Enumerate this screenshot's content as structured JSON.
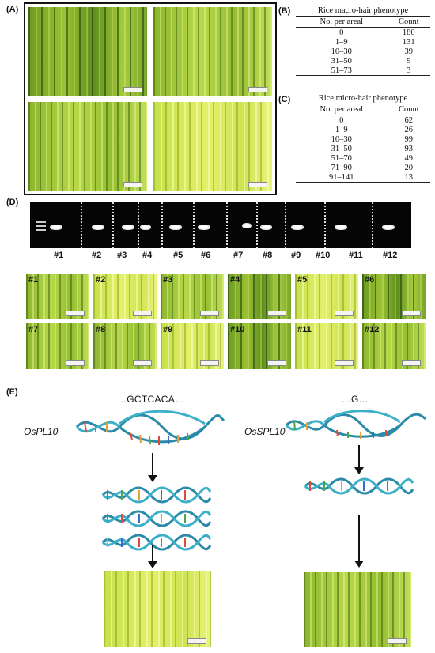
{
  "panels": {
    "A": "(A)",
    "B": "(B)",
    "C": "(C)",
    "D": "(D)",
    "E": "(E)"
  },
  "tableB": {
    "title": "Rice  macro-hair phenotype",
    "headers": [
      "No. per areal",
      "Count"
    ],
    "rows": [
      [
        "0",
        "180"
      ],
      [
        "1–9",
        "131"
      ],
      [
        "10–30",
        "39"
      ],
      [
        "31–50",
        "9"
      ],
      [
        "51–73",
        "3"
      ]
    ]
  },
  "tableC": {
    "title": "Rice  micro-hair phenotype",
    "headers": [
      "No. per areal",
      "Count"
    ],
    "rows": [
      [
        "0",
        "62"
      ],
      [
        "1–9",
        "26"
      ],
      [
        "10–30",
        "99"
      ],
      [
        "31–50",
        "93"
      ],
      [
        "51–70",
        "49"
      ],
      [
        "71–90",
        "20"
      ],
      [
        "91–141",
        "13"
      ]
    ]
  },
  "gel_lanes": [
    "#1",
    "#2",
    "#3",
    "#4",
    "#5",
    "#6",
    "#7",
    "#8",
    "#9",
    "#10",
    "#11",
    "#12"
  ],
  "thumbs_row1": [
    "#1",
    "#2",
    "#3",
    "#4",
    "#5",
    "#6"
  ],
  "thumbs_row2": [
    "#7",
    "#8",
    "#9",
    "#10",
    "#11",
    "#12"
  ],
  "schematic": {
    "left_gene": "OsPL10",
    "right_gene": "OsSPL10",
    "left_seq": "…GCTCACA…",
    "right_seq": "…G…"
  }
}
